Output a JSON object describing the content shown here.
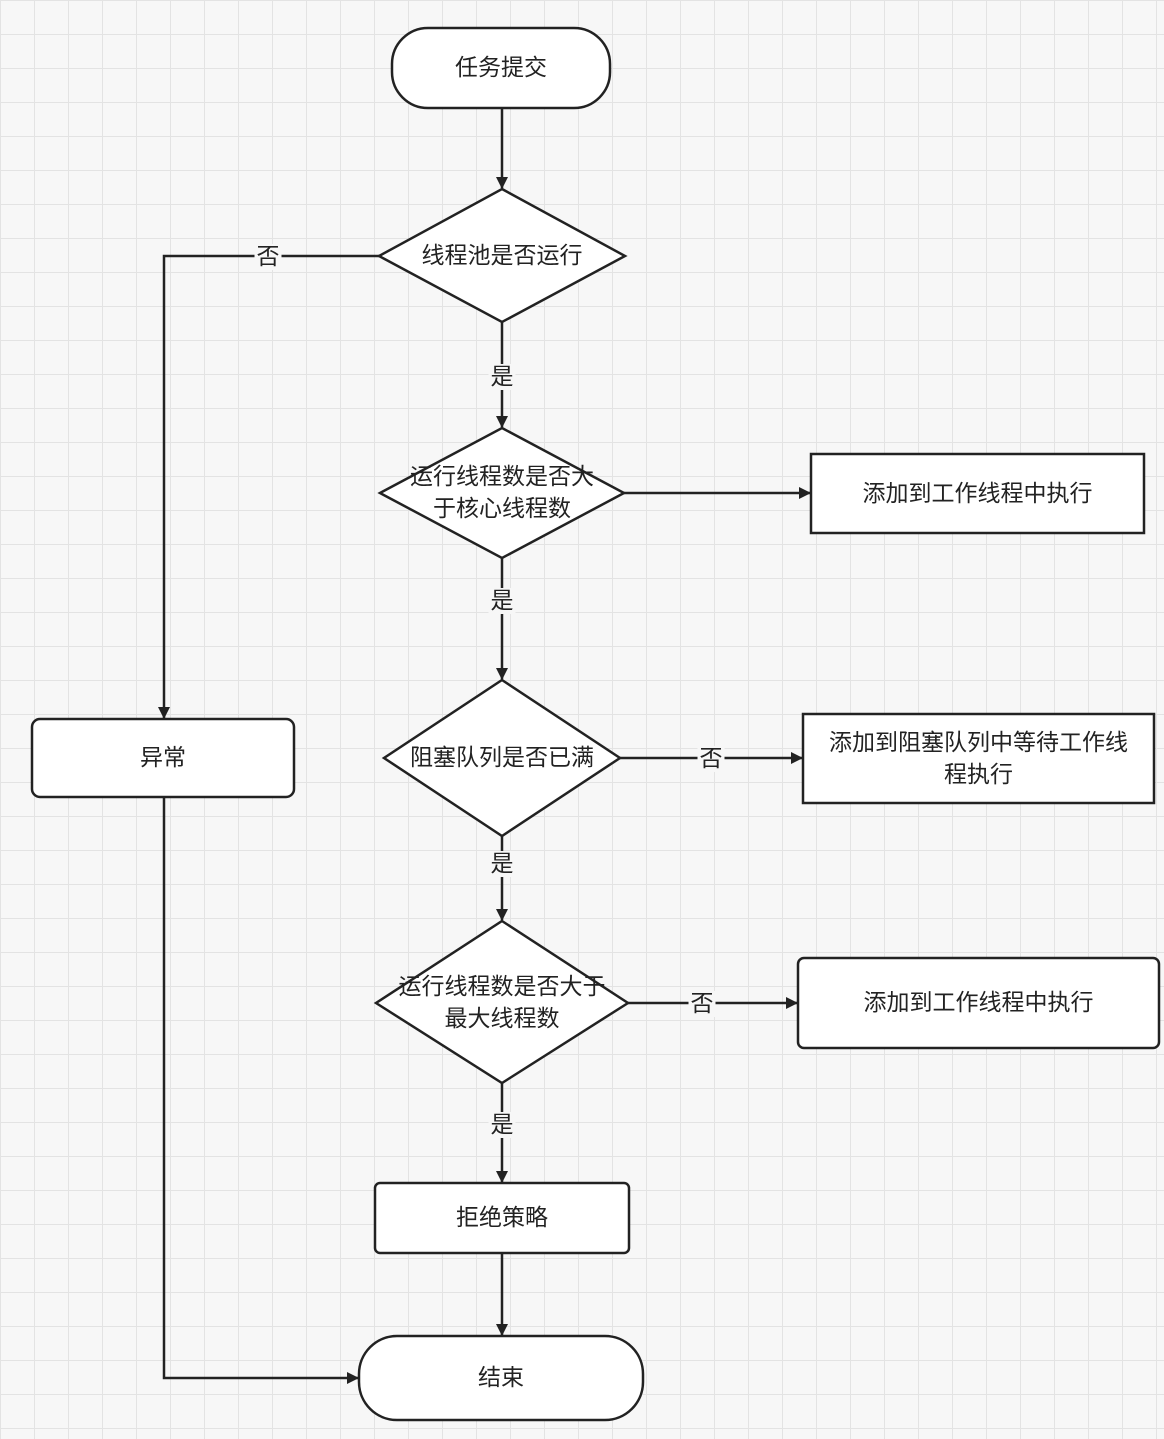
{
  "nodes": {
    "submit": "任务提交",
    "pool_running": "线程池是否运行",
    "gt_core": "运行线程数是否大于核心线程数",
    "add_worker_1": "添加到工作线程中执行",
    "queue_full": "阻塞队列是否已满",
    "add_queue": "添加到阻塞队列中等待工作线程执行",
    "gt_max": "运行线程数是否大于最大线程数",
    "add_worker_2": "添加到工作线程中执行",
    "exception": "异常",
    "reject": "拒绝策略",
    "end": "结束"
  },
  "edge_labels": {
    "no": "否",
    "yes": "是"
  },
  "edges": [
    {
      "from": "submit",
      "to": "pool_running",
      "label": ""
    },
    {
      "from": "pool_running",
      "to": "exception",
      "label": "否"
    },
    {
      "from": "pool_running",
      "to": "gt_core",
      "label": "是"
    },
    {
      "from": "gt_core",
      "to": "add_worker_1",
      "label": ""
    },
    {
      "from": "gt_core",
      "to": "queue_full",
      "label": "是"
    },
    {
      "from": "queue_full",
      "to": "add_queue",
      "label": "否"
    },
    {
      "from": "queue_full",
      "to": "gt_max",
      "label": "是"
    },
    {
      "from": "gt_max",
      "to": "add_worker_2",
      "label": "否"
    },
    {
      "from": "gt_max",
      "to": "reject",
      "label": "是"
    },
    {
      "from": "reject",
      "to": "end",
      "label": ""
    },
    {
      "from": "exception",
      "to": "end",
      "label": ""
    }
  ],
  "colors": {
    "stroke": "#222222",
    "node_fill": "#ffffff",
    "grid": "#e3e3e3",
    "background": "#f7f7f7"
  }
}
